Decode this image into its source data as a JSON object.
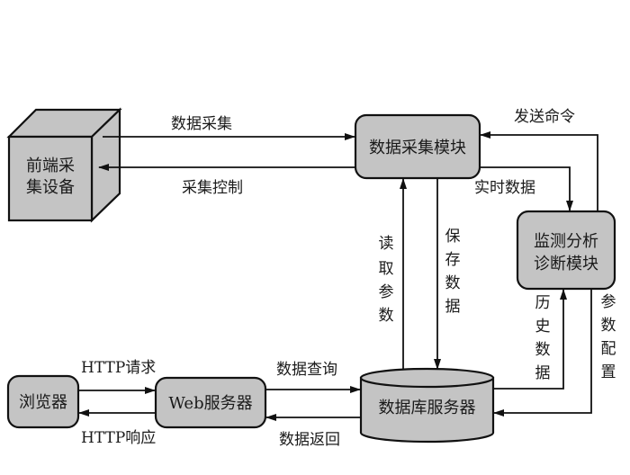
{
  "diagram": {
    "nodes": {
      "frontend_device": {
        "lines": [
          "前端采",
          "集设备"
        ],
        "shape": "cube"
      },
      "data_collection_module": {
        "label": "数据采集模块",
        "shape": "rounded-rect"
      },
      "monitor_module": {
        "lines": [
          "监测分析",
          "诊断模块"
        ],
        "shape": "rounded-rect"
      },
      "db_server": {
        "label": "数据库服务器",
        "shape": "cylinder"
      },
      "browser": {
        "label": "浏览器",
        "shape": "rounded-rect"
      },
      "web_server": {
        "label": "Web服务器",
        "shape": "rounded-rect"
      }
    },
    "edges": {
      "data_collect": {
        "label": "数据采集",
        "from": "frontend_device",
        "to": "data_collection_module"
      },
      "collect_control": {
        "label": "采集控制",
        "from": "data_collection_module",
        "to": "frontend_device"
      },
      "send_command": {
        "label": "发送命令",
        "from": "monitor_module",
        "to": "data_collection_module"
      },
      "realtime_data": {
        "label": "实时数据",
        "from": "data_collection_module",
        "to": "monitor_module"
      },
      "read_params": {
        "chars": [
          "读",
          "取",
          "参",
          "数"
        ],
        "label": "读取参数",
        "from": "db_server",
        "to": "data_collection_module"
      },
      "save_data": {
        "chars": [
          "保",
          "存",
          "数",
          "据"
        ],
        "label": "保存数据",
        "from": "data_collection_module",
        "to": "db_server"
      },
      "history_data": {
        "chars": [
          "历",
          "史",
          "数",
          "据"
        ],
        "label": "历史数据",
        "from": "db_server",
        "to": "monitor_module"
      },
      "param_config": {
        "chars": [
          "参",
          "数",
          "配",
          "置"
        ],
        "label": "参数配置",
        "from": "monitor_module",
        "to": "db_server"
      },
      "http_request": {
        "label": "HTTP请求",
        "from": "browser",
        "to": "web_server"
      },
      "http_response": {
        "label": "HTTP响应",
        "from": "web_server",
        "to": "browser"
      },
      "data_query": {
        "label": "数据查询",
        "from": "web_server",
        "to": "db_server"
      },
      "data_return": {
        "label": "数据返回",
        "from": "db_server",
        "to": "web_server"
      }
    },
    "colors": {
      "node_fill": "#c4c4c4",
      "stroke": "#111111",
      "text": "#1a1a1a",
      "background": "#ffffff"
    }
  }
}
